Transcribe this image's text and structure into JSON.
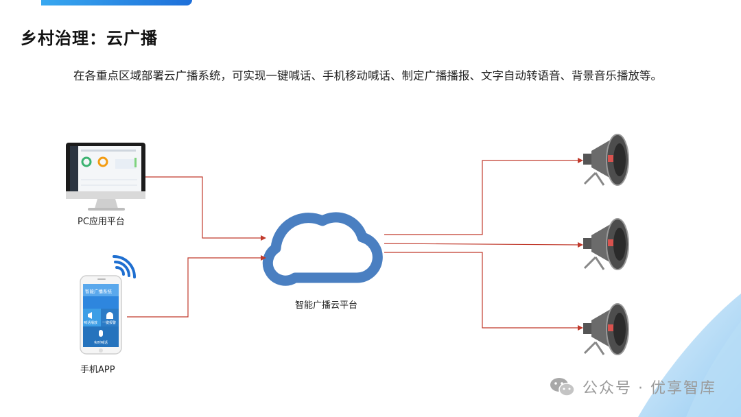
{
  "title": "乡村治理：云广播",
  "paragraph": "在各重点区域部署云广播系统，可实现一键喊话、手机移动喊话、制定广播播报、文字自动转语音、背景音乐播放等。",
  "diagram": {
    "pc_label": "PC应用平台",
    "phone_label": "手机APP",
    "cloud_label": "智能广播云平台",
    "phone_screen": {
      "header": "智能广播系统",
      "btn_left": "喊话播放",
      "btn_right": "一键报警",
      "btn_bottom": "实时喊话"
    }
  },
  "watermark": {
    "text": "公众号 · 优享智库",
    "icon": "wechat-icon"
  },
  "colors": {
    "accent_blue": "#1e6fd9",
    "cloud_blue": "#4a7fc1",
    "line_red": "#c0392b",
    "phone_screen": "#2e86de"
  }
}
